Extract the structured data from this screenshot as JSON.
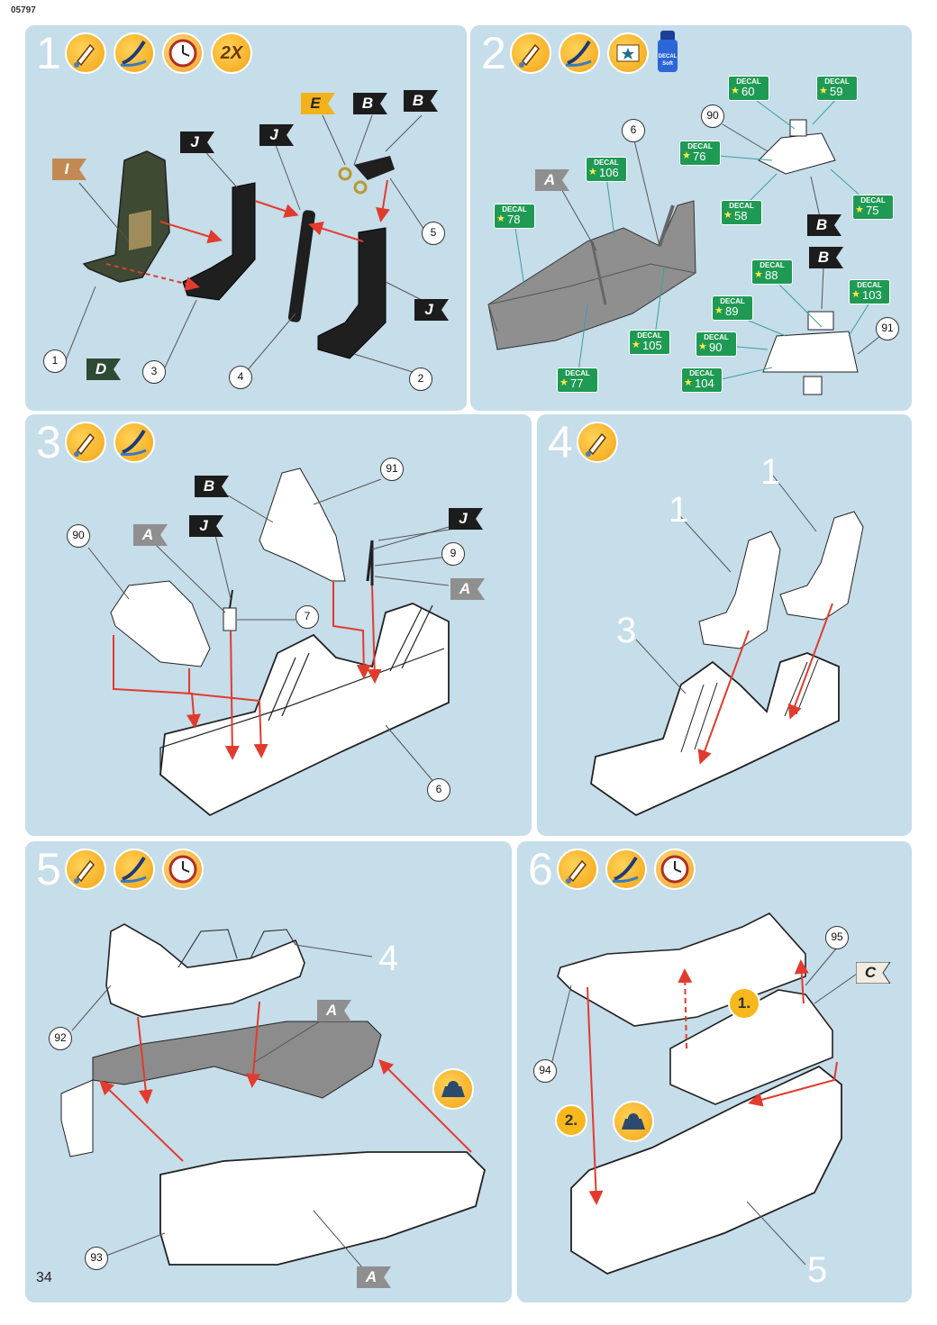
{
  "doc_code": "05797",
  "page_number": "34",
  "colors": {
    "panel": "#c6ddea",
    "decal": "#1f9a54",
    "arrow": "#e23b2e",
    "icon": "#f6b81c"
  },
  "icons": {
    "paint": "paint-dropper-icon",
    "brush": "paint-brush-icon",
    "clock": "drying-clock-icon",
    "decal": "decal-transfer-icon",
    "decal_soft": "decal-soft-bottle-icon",
    "tape": "tape-icon"
  },
  "steps": [
    {
      "number": "1",
      "repeat": "2X",
      "flags": [
        "I",
        "J",
        "J",
        "E",
        "B",
        "B",
        "J",
        "D"
      ],
      "callouts": [
        "1",
        "2",
        "3",
        "4",
        "5"
      ]
    },
    {
      "number": "2",
      "flags": [
        "A",
        "B",
        "B"
      ],
      "decal_label": "DECAL",
      "decals": [
        "60",
        "59",
        "76",
        "75",
        "58",
        "78",
        "106",
        "88",
        "103",
        "89",
        "90",
        "105",
        "77",
        "104"
      ],
      "callouts": [
        "6",
        "90",
        "91"
      ]
    },
    {
      "number": "3",
      "flags": [
        "B",
        "A",
        "J",
        "J",
        "A"
      ],
      "callouts": [
        "91",
        "90",
        "9",
        "7",
        "6"
      ]
    },
    {
      "number": "4",
      "labels": [
        "1",
        "1",
        "3"
      ]
    },
    {
      "number": "5",
      "flags": [
        "A",
        "A"
      ],
      "labels": [
        "4"
      ],
      "callouts": [
        "92",
        "93"
      ]
    },
    {
      "number": "6",
      "flags": [
        "C"
      ],
      "labels": [
        "5"
      ],
      "callouts": [
        "95",
        "94"
      ],
      "sequence": [
        "1.",
        "2."
      ]
    }
  ]
}
